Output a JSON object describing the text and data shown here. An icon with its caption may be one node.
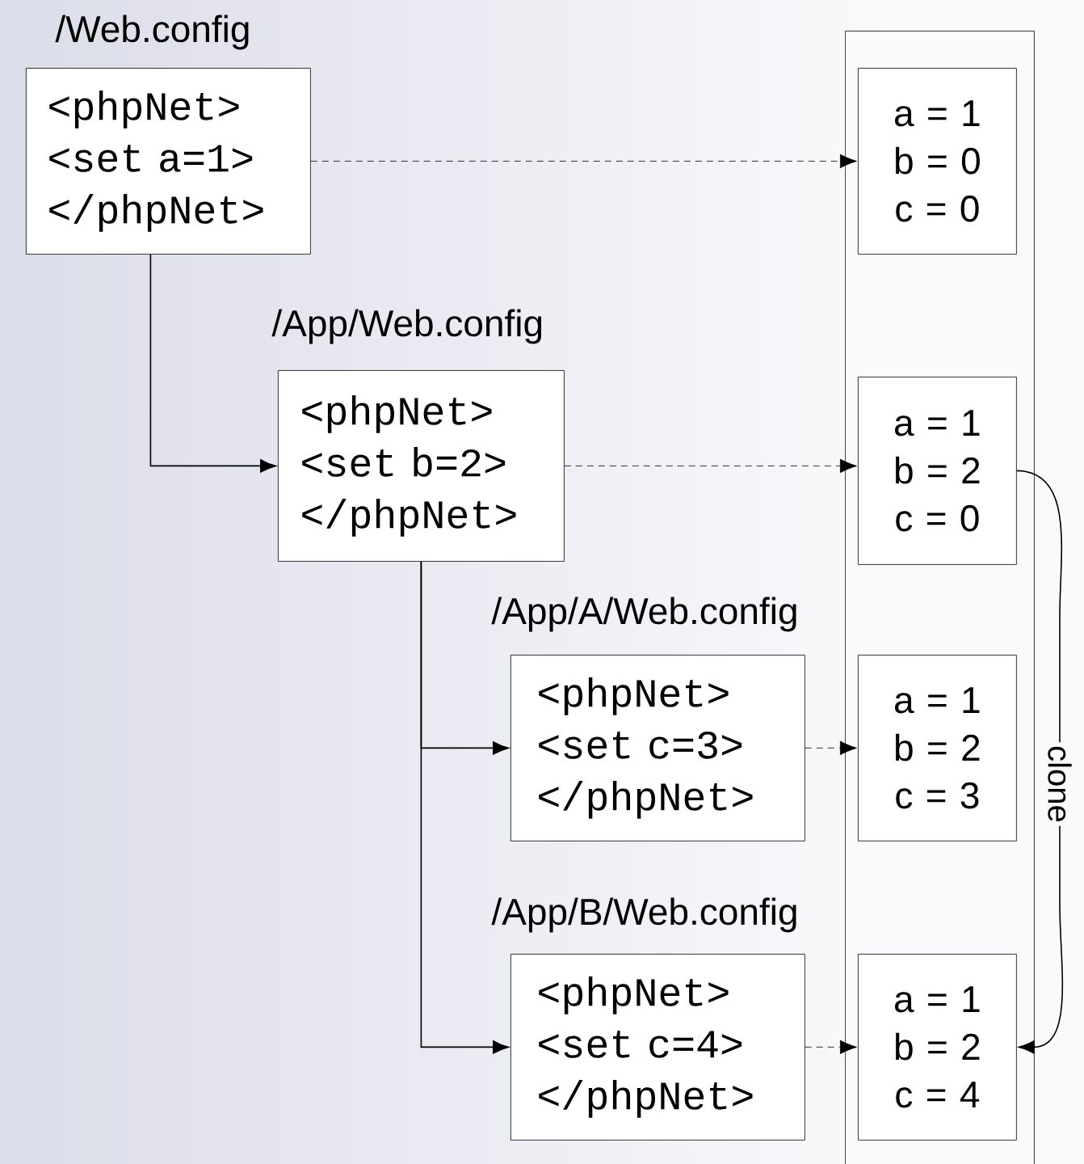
{
  "diagram": {
    "nodes": [
      {
        "text": [
          "/Web.config",
          "<phpNet> <set a=1> </phpNet>"
        ]
      },
      {
        "text": [],
        "shape": "box"
      },
      {
        "text": [
          "a = 1 b = 0 c = 0"
        ],
        "in": 1
      },
      {
        "text": [
          "/App/Web.config",
          "<phpNet> <set b=2> </phpNet>"
        ]
      },
      {
        "text": [
          "a = 1 b = 2 c = 0"
        ],
        "in": 1
      },
      {
        "text": [
          "/App/A/Web.config",
          "<phpNet> <set c=3> </phpNet>"
        ]
      },
      {
        "text": [
          "a = 1 b = 2 c = 3"
        ],
        "in": 1
      },
      {
        "text": [
          "/App/B/Web.config",
          "<phpNet> <set c=4> </phpNet>"
        ]
      },
      {
        "text": [
          "a = 1 b = 2 c = 4"
        ],
        "in": 1
      }
    ],
    "edges": [
      {
        "from": 0,
        "to": 2,
        "arrow": "to",
        "style": "dashed"
      },
      {
        "from": 0,
        "to": 3,
        "arrow": "to"
      },
      {
        "from": 3,
        "to": 4,
        "arrow": "to",
        "style": "dashed"
      },
      {
        "from": 3,
        "to": 5,
        "arrow": "to"
      },
      {
        "from": 3,
        "to": 7,
        "arrow": "to"
      },
      {
        "from": 5,
        "to": 6,
        "arrow": "to",
        "style": "dashed"
      },
      {
        "from": 7,
        "to": 8,
        "arrow": "to",
        "style": "dashed"
      },
      {
        "from": 4,
        "to": 8,
        "arrow": "to",
        "label": "clone"
      }
    ]
  }
}
